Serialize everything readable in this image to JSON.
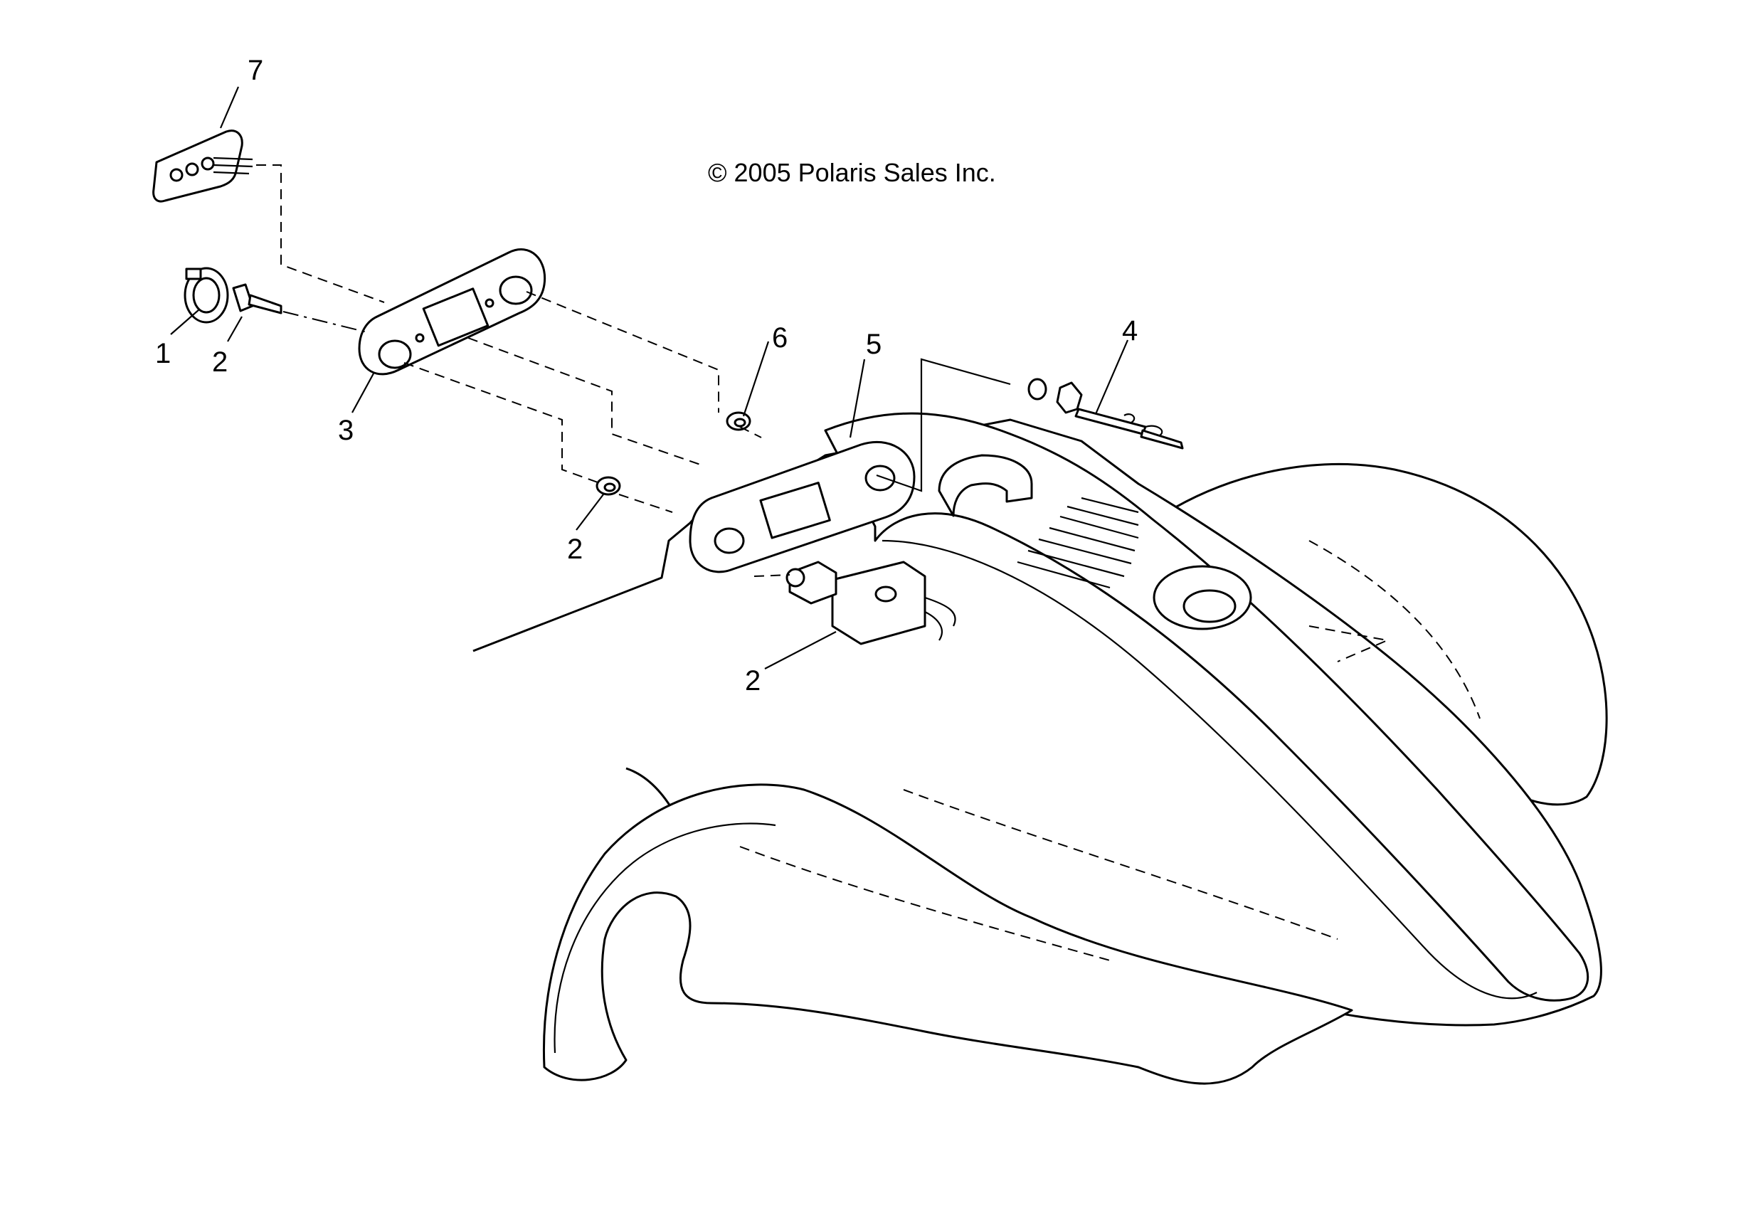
{
  "copyright": "© 2005 Polaris Sales Inc.",
  "callouts": {
    "c1": "1",
    "c2a": "2",
    "c2b": "2",
    "c2c": "2",
    "c3": "3",
    "c4": "4",
    "c5": "5",
    "c6": "6",
    "c7": "7"
  }
}
